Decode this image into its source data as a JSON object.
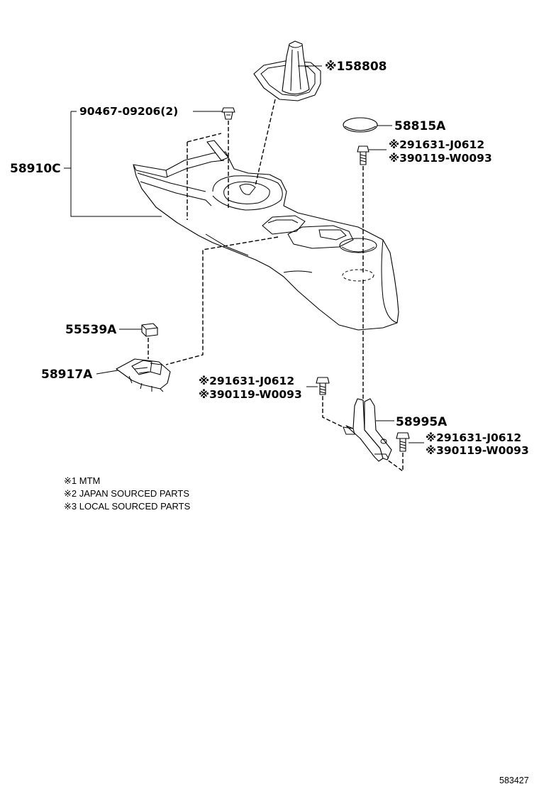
{
  "parts": {
    "boot": "※158808",
    "console_box": "58910C",
    "clip": "90467-09206(2)",
    "cap": "58815A",
    "bolt_top_j": "※291631-J0612",
    "bolt_top_l": "※390119-W0093",
    "pad": "55539A",
    "panel": "58917A",
    "bolt_mid_j": "※291631-J0612",
    "bolt_mid_l": "※390119-W0093",
    "bracket": "58995A",
    "bolt_low_j": "※291631-J0612",
    "bolt_low_l": "※390119-W0093"
  },
  "notes": [
    "※1 MTM",
    "※2 JAPAN SOURCED PARTS",
    "※3 LOCAL SOURCED PARTS"
  ],
  "diagram_code": "583427"
}
